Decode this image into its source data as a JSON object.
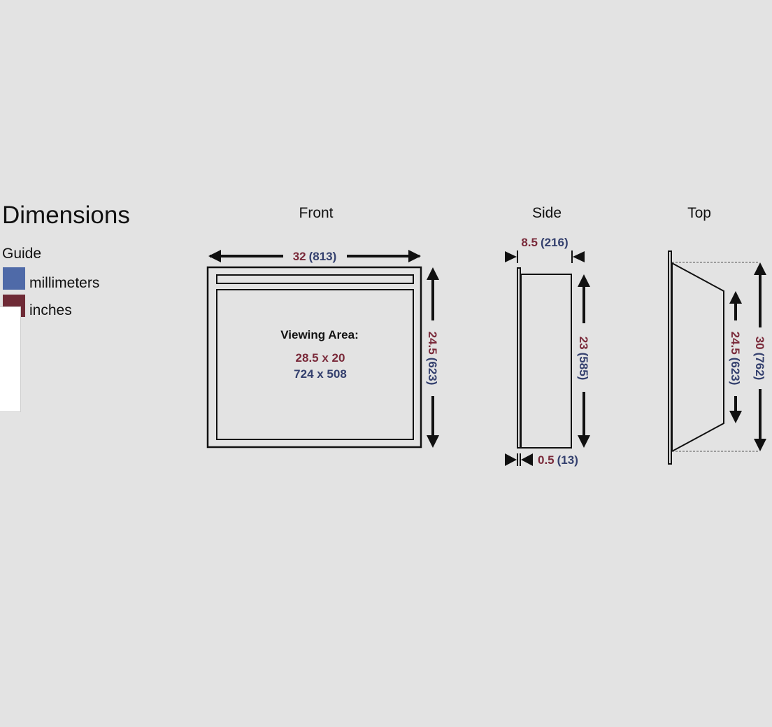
{
  "title": "Dimensions",
  "guide_label": "Guide",
  "legend": [
    {
      "label": "millimeters",
      "color": "#4f6aa8"
    },
    {
      "label": "inches",
      "color": "#6e2a36"
    }
  ],
  "colors": {
    "inches": "#7a2a3a",
    "millimeters": "#34406e",
    "line": "#111111"
  },
  "views": {
    "front": {
      "title": "Front",
      "width_in": "32",
      "width_mm": "(813)",
      "height_in": "24.5",
      "height_mm": "(623)",
      "viewing_area_label": "Viewing Area:",
      "viewing_area_in": "28.5 x 20",
      "viewing_area_mm": "724 x 508"
    },
    "side": {
      "title": "Side",
      "depth_in": "8.5",
      "depth_mm": "(216)",
      "height_in": "23",
      "height_mm": "(585)",
      "trim_in": "0.5",
      "trim_mm": "(13)"
    },
    "top": {
      "title": "Top",
      "inner_in": "24.5",
      "inner_mm": "(623)",
      "outer_in": "30",
      "outer_mm": "(762)"
    }
  }
}
